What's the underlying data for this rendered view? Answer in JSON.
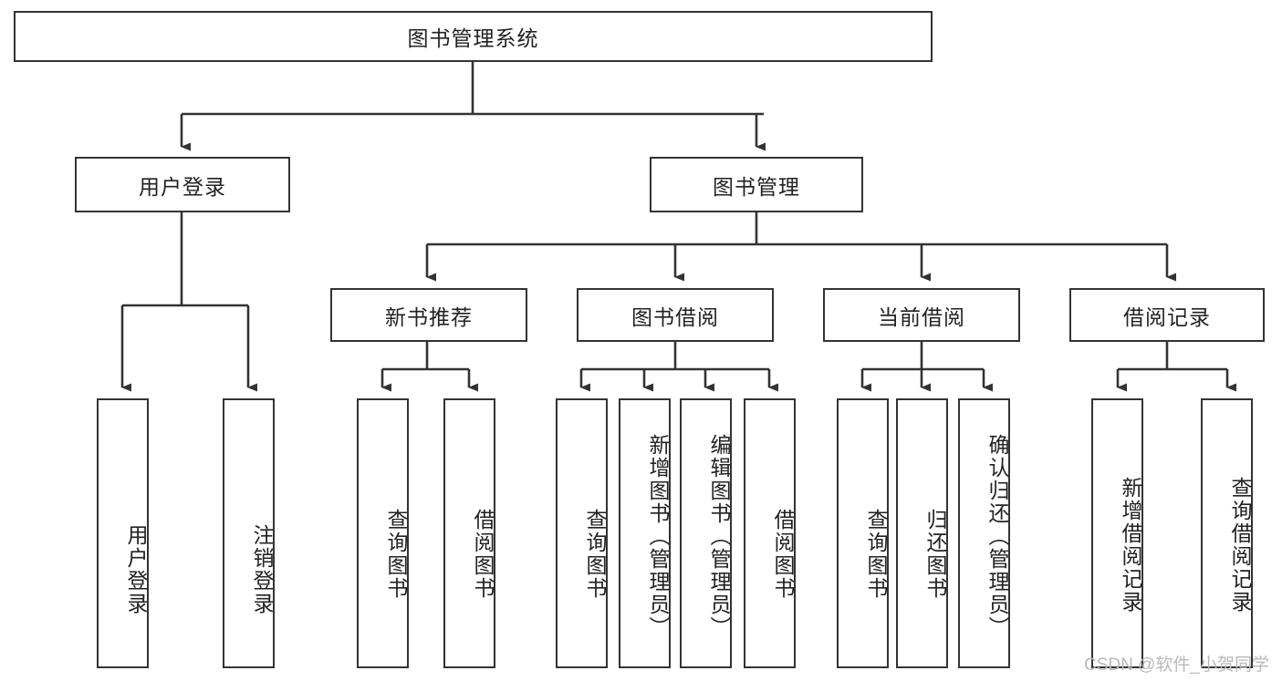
{
  "diagram": {
    "type": "tree-hierarchy-diagram",
    "title": "图书管理系统",
    "watermark": "CSDN @软件_小贺同学",
    "colors": {
      "border": "#333333",
      "background": "#ffffff",
      "text": "#222222",
      "connector": "#333333",
      "watermark": "#b9b9b9"
    },
    "root": {
      "label": "图书管理系统"
    },
    "level2": [
      {
        "label": "用户登录"
      },
      {
        "label": "图书管理"
      }
    ],
    "level3": [
      {
        "label": "新书推荐"
      },
      {
        "label": "图书借阅"
      },
      {
        "label": "当前借阅"
      },
      {
        "label": "借阅记录"
      }
    ],
    "leaves": {
      "user_login": [
        {
          "label": "用户登录"
        },
        {
          "label": "注销登录"
        }
      ],
      "new_book_recommend": [
        {
          "label": "查询图书"
        },
        {
          "label": "借阅图书"
        }
      ],
      "book_borrow": [
        {
          "label": "查询图书"
        },
        {
          "label": "新增图书（管理员）"
        },
        {
          "label": "编辑图书（管理员）"
        },
        {
          "label": "借阅图书"
        }
      ],
      "current_borrow": [
        {
          "label": "查询图书"
        },
        {
          "label": "归还图书"
        },
        {
          "label": "确认归还（管理员）"
        }
      ],
      "borrow_record": [
        {
          "label": "新增借阅记录"
        },
        {
          "label": "查询借阅记录"
        }
      ]
    }
  }
}
